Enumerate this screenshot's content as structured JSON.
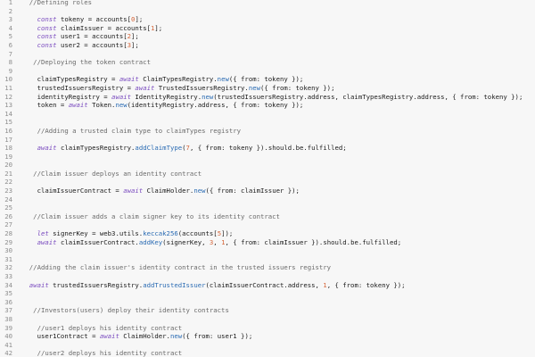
{
  "code_lines": [
    {
      "n": "1",
      "tokens": [
        {
          "t": "  //Defining roles",
          "c": "cm"
        }
      ]
    },
    {
      "n": "2",
      "tokens": []
    },
    {
      "n": "3",
      "tokens": [
        {
          "t": "    "
        },
        {
          "t": "const",
          "c": "kw"
        },
        {
          "t": " tokeny = accounts["
        },
        {
          "t": "0",
          "c": "num"
        },
        {
          "t": "];"
        }
      ]
    },
    {
      "n": "4",
      "tokens": [
        {
          "t": "    "
        },
        {
          "t": "const",
          "c": "kw"
        },
        {
          "t": " claimIssuer = accounts["
        },
        {
          "t": "1",
          "c": "num"
        },
        {
          "t": "];"
        }
      ]
    },
    {
      "n": "5",
      "tokens": [
        {
          "t": "    "
        },
        {
          "t": "const",
          "c": "kw"
        },
        {
          "t": " user1 = accounts["
        },
        {
          "t": "2",
          "c": "num"
        },
        {
          "t": "];"
        }
      ]
    },
    {
      "n": "6",
      "tokens": [
        {
          "t": "    "
        },
        {
          "t": "const",
          "c": "kw"
        },
        {
          "t": " user2 = accounts["
        },
        {
          "t": "3",
          "c": "num"
        },
        {
          "t": "];"
        }
      ]
    },
    {
      "n": "7",
      "tokens": []
    },
    {
      "n": "8",
      "tokens": [
        {
          "t": "   //Deploying the token contract",
          "c": "cm"
        }
      ]
    },
    {
      "n": "9",
      "tokens": []
    },
    {
      "n": "10",
      "tokens": [
        {
          "t": "    claimTypesRegistry = "
        },
        {
          "t": "await",
          "c": "kw"
        },
        {
          "t": " ClaimTypesRegistry."
        },
        {
          "t": "new",
          "c": "fn"
        },
        {
          "t": "({ from: tokeny });"
        }
      ]
    },
    {
      "n": "11",
      "tokens": [
        {
          "t": "    trustedIssuersRegistry = "
        },
        {
          "t": "await",
          "c": "kw"
        },
        {
          "t": " TrustedIssuersRegistry."
        },
        {
          "t": "new",
          "c": "fn"
        },
        {
          "t": "({ from: tokeny });"
        }
      ]
    },
    {
      "n": "12",
      "tokens": [
        {
          "t": "    identityRegistry = "
        },
        {
          "t": "await",
          "c": "kw"
        },
        {
          "t": " IdentityRegistry."
        },
        {
          "t": "new",
          "c": "fn"
        },
        {
          "t": "(trustedIssuersRegistry.address, claimTypesRegistry.address, { from: tokeny });"
        }
      ]
    },
    {
      "n": "13",
      "tokens": [
        {
          "t": "    token = "
        },
        {
          "t": "await",
          "c": "kw"
        },
        {
          "t": " Token."
        },
        {
          "t": "new",
          "c": "fn"
        },
        {
          "t": "(identityRegistry.address, { from: tokeny });"
        }
      ]
    },
    {
      "n": "14",
      "tokens": []
    },
    {
      "n": "15",
      "tokens": []
    },
    {
      "n": "16",
      "tokens": [
        {
          "t": "    //Adding a trusted claim type to claimTypes registry",
          "c": "cm"
        }
      ]
    },
    {
      "n": "17",
      "tokens": []
    },
    {
      "n": "18",
      "tokens": [
        {
          "t": "    "
        },
        {
          "t": "await",
          "c": "kw"
        },
        {
          "t": " claimTypesRegistry."
        },
        {
          "t": "addClaimType",
          "c": "fn"
        },
        {
          "t": "("
        },
        {
          "t": "7",
          "c": "num"
        },
        {
          "t": ", { from: tokeny }).should.be.fulfilled;"
        }
      ]
    },
    {
      "n": "19",
      "tokens": []
    },
    {
      "n": "20",
      "tokens": []
    },
    {
      "n": "21",
      "tokens": [
        {
          "t": "   //Claim issuer deploys an identity contract",
          "c": "cm"
        }
      ]
    },
    {
      "n": "22",
      "tokens": []
    },
    {
      "n": "23",
      "tokens": [
        {
          "t": "    claimIssuerContract = "
        },
        {
          "t": "await",
          "c": "kw"
        },
        {
          "t": " ClaimHolder."
        },
        {
          "t": "new",
          "c": "fn"
        },
        {
          "t": "({ from: claimIssuer });"
        }
      ]
    },
    {
      "n": "24",
      "tokens": []
    },
    {
      "n": "25",
      "tokens": []
    },
    {
      "n": "26",
      "tokens": [
        {
          "t": "   //Claim issuer adds a claim signer key to its identity contract",
          "c": "cm"
        }
      ]
    },
    {
      "n": "27",
      "tokens": []
    },
    {
      "n": "28",
      "tokens": [
        {
          "t": "    "
        },
        {
          "t": "let",
          "c": "kw"
        },
        {
          "t": " signerKey = web3.utils."
        },
        {
          "t": "keccak256",
          "c": "fn"
        },
        {
          "t": "(accounts["
        },
        {
          "t": "5",
          "c": "num"
        },
        {
          "t": "]);"
        }
      ]
    },
    {
      "n": "29",
      "tokens": [
        {
          "t": "    "
        },
        {
          "t": "await",
          "c": "kw"
        },
        {
          "t": " claimIssuerContract."
        },
        {
          "t": "addKey",
          "c": "fn"
        },
        {
          "t": "(signerKey, "
        },
        {
          "t": "3",
          "c": "num"
        },
        {
          "t": ", "
        },
        {
          "t": "1",
          "c": "num"
        },
        {
          "t": ", { from: claimIssuer }).should.be.fulfilled;"
        }
      ]
    },
    {
      "n": "30",
      "tokens": []
    },
    {
      "n": "31",
      "tokens": []
    },
    {
      "n": "32",
      "tokens": [
        {
          "t": "  //Adding the claim issuer's identity contract in the trusted issuers registry",
          "c": "cm"
        }
      ]
    },
    {
      "n": "33",
      "tokens": []
    },
    {
      "n": "34",
      "tokens": [
        {
          "t": "  "
        },
        {
          "t": "await",
          "c": "kw"
        },
        {
          "t": " trustedIssuersRegistry."
        },
        {
          "t": "addTrustedIssuer",
          "c": "fn"
        },
        {
          "t": "(claimIssuerContract.address, "
        },
        {
          "t": "1",
          "c": "num"
        },
        {
          "t": ", { from: tokeny });"
        }
      ]
    },
    {
      "n": "35",
      "tokens": []
    },
    {
      "n": "36",
      "tokens": []
    },
    {
      "n": "37",
      "tokens": [
        {
          "t": "   //Investors(users) deploy their identity contracts",
          "c": "cm"
        }
      ]
    },
    {
      "n": "38",
      "tokens": []
    },
    {
      "n": "39",
      "tokens": [
        {
          "t": "    //user1 deploys his identity contract",
          "c": "cm"
        }
      ]
    },
    {
      "n": "40",
      "tokens": [
        {
          "t": "    user1Contract = "
        },
        {
          "t": "await",
          "c": "kw"
        },
        {
          "t": " ClaimHolder."
        },
        {
          "t": "new",
          "c": "fn"
        },
        {
          "t": "({ from: user1 });"
        }
      ]
    },
    {
      "n": "41",
      "tokens": []
    },
    {
      "n": "42",
      "tokens": [
        {
          "t": "    //user2 deploys his identity contract",
          "c": "cm"
        }
      ]
    }
  ]
}
